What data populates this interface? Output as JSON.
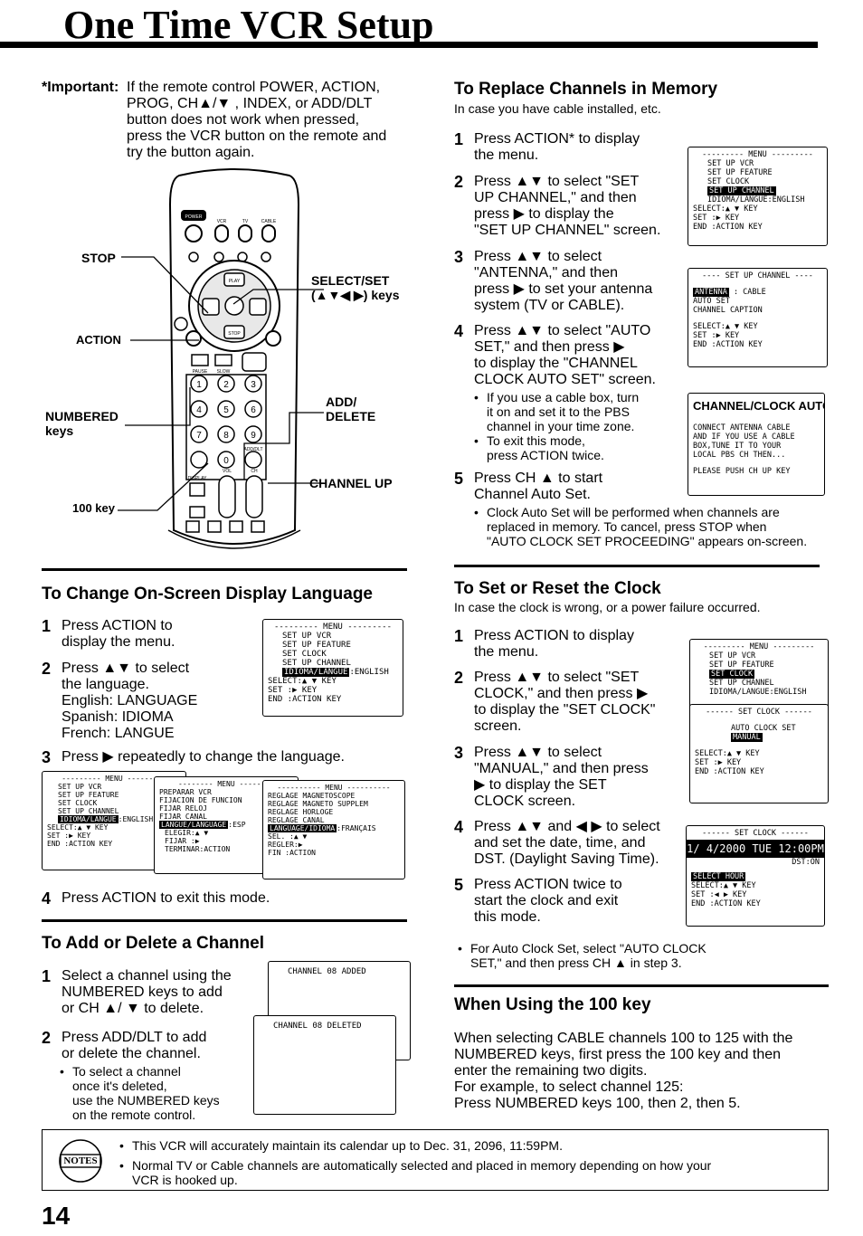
{
  "page_title": "One Time VCR Setup",
  "page_number": "14",
  "important": {
    "label": "*Important:",
    "text": "If the remote control POWER, ACTION,\nPROG, CH▲/▼ , INDEX, or ADD/DLT\nbutton does not work when pressed,\npress the VCR button on the remote and\ntry the button again."
  },
  "remote": {
    "labels": {
      "stop": "STOP",
      "action": "ACTION",
      "numbered": "NUMBERED\nkeys",
      "hundred": "100 key",
      "select_set": "SELECT/SET\n(▲▼◀ ▶) keys",
      "add_delete": "ADD/\nDELETE",
      "channel_up": "CHANNEL UP"
    },
    "small_text": {
      "power": "POWER",
      "vcr": "VCR",
      "tv": "TV",
      "cable": "CABLE",
      "play": "PLAY",
      "stop": "STOP",
      "pause": "PAUSE",
      "slow": "SLOW",
      "vol": "VOL",
      "ch": "CH",
      "add_dlt": "ADD/DLT",
      "display": "DISPLAY"
    },
    "digits": [
      "1",
      "2",
      "3",
      "4",
      "5",
      "6",
      "7",
      "8",
      "9",
      "0"
    ]
  },
  "lang_section": {
    "title": "To Change On-Screen Display Language",
    "steps": [
      {
        "n": "1",
        "text": "Press ACTION to\ndisplay the menu."
      },
      {
        "n": "2",
        "text": "Press ▲▼ to select\nthe language.\nEnglish: LANGUAGE\nSpanish: IDIOMA\nFrench: LANGUE"
      },
      {
        "n": "3",
        "text": "Press ▶ repeatedly to change the language."
      },
      {
        "n": "4",
        "text": "Press ACTION to exit this mode."
      }
    ],
    "menu_en": {
      "header": "--------- MENU ---------",
      "lines": [
        "SET UP VCR",
        "SET UP FEATURE",
        "SET CLOCK",
        "SET UP CHANNEL"
      ],
      "highlight": "IDIOMA/LANGUE",
      "highlight_suffix": ":ENGLISH",
      "footer": [
        "SELECT:▲ ▼ KEY",
        "SET    :▶ KEY",
        "END    :ACTION KEY"
      ]
    },
    "menu_es": {
      "header": "-------- MENU --------",
      "lines": [
        "PREPARAR VCR",
        "FIJACION DE FUNCION",
        "FIJAR RELOJ",
        "FIJAR CANAL"
      ],
      "highlight": "LANGUE/LANGUAGE",
      "highlight_suffix": ":ESP",
      "footer": [
        "ELEGIR:▲ ▼",
        "FIJAR :▶",
        "TERMINAR:ACTION"
      ]
    },
    "menu_fr": {
      "header": "---------- MENU ----------",
      "lines": [
        "REGLAGE MAGNETOSCOPE",
        "REGLAGE MAGNETO SUPPLEM",
        "REGLAGE HORLOGE",
        "REGLAGE CANAL"
      ],
      "highlight": "LANGUAGE/IDIOMA",
      "highlight_suffix": ":FRANÇAIS",
      "footer": [
        "SEL.   :▲ ▼",
        "REGLER:▶",
        "FIN    :ACTION"
      ]
    }
  },
  "add_section": {
    "title": "To Add or Delete a Channel",
    "steps": [
      {
        "n": "1",
        "text": "Select a channel using the\nNUMBERED keys to add\nor CH ▲/ ▼ to delete."
      },
      {
        "n": "2",
        "text": "Press ADD/DLT to add\nor delete the channel."
      }
    ],
    "bullet": "To select a channel\nonce it's deleted,\nuse the NUMBERED keys\non the remote control.",
    "screen_added": "CHANNEL 08 ADDED",
    "screen_deleted": "CHANNEL 08 DELETED"
  },
  "replace_section": {
    "title": "To Replace Channels in Memory",
    "subtitle": "In case you have cable installed, etc.",
    "steps": [
      {
        "n": "1",
        "text": "Press ACTION* to display\nthe menu."
      },
      {
        "n": "2",
        "text": "Press ▲▼ to select \"SET\nUP CHANNEL,\" and then\npress ▶ to display the\n\"SET UP CHANNEL\" screen."
      },
      {
        "n": "3",
        "text": "Press ▲▼ to select\n\"ANTENNA,\" and then\npress ▶ to set your antenna\nsystem (TV or CABLE)."
      },
      {
        "n": "4",
        "text": "Press ▲▼ to select \"AUTO\nSET,\" and then press ▶\nto display the \"CHANNEL\nCLOCK AUTO SET\" screen."
      },
      {
        "n": "5",
        "text": "Press CH ▲ to start\nChannel Auto Set."
      }
    ],
    "bullets_step4": [
      "If you use a cable box, turn\nit on and set it to the PBS\nchannel in your time zone.",
      "To exit this mode,\npress ACTION twice."
    ],
    "bullet_step5": "Clock Auto Set will be performed when channels are\nreplaced in memory. To cancel, press STOP when\n\"AUTO CLOCK SET PROCEEDING\" appears on-screen.",
    "menu": {
      "header": "--------- MENU ---------",
      "lines": [
        "SET UP VCR",
        "SET UP FEATURE",
        "SET CLOCK"
      ],
      "highlight": "SET UP CHANNEL",
      "line_after": "IDIOMA/LANGUE:ENGLISH",
      "footer": [
        "SELECT:▲ ▼ KEY",
        "SET    :▶ KEY",
        "END    :ACTION KEY"
      ]
    },
    "channel_menu": {
      "header": "---- SET UP CHANNEL ----",
      "highlight": "ANTENNA",
      "highlight_suffix": " : CABLE",
      "lines": [
        "AUTO SET",
        "CHANNEL CAPTION"
      ],
      "footer": [
        "SELECT:▲ ▼ KEY",
        "SET    :▶ KEY",
        "END    :ACTION KEY"
      ]
    },
    "auto_set": {
      "title": "CHANNEL/CLOCK AUTO SET",
      "lines": [
        "CONNECT ANTENNA CABLE",
        "AND IF YOU USE A CABLE",
        "BOX,TUNE IT TO YOUR",
        "LOCAL PBS CH   THEN..."
      ],
      "footer": "PLEASE PUSH CH UP KEY"
    }
  },
  "clock_section": {
    "title": "To Set or Reset the Clock",
    "subtitle": "In case the clock is wrong, or a power failure occurred.",
    "steps": [
      {
        "n": "1",
        "text": "Press ACTION to display\nthe menu."
      },
      {
        "n": "2",
        "text": "Press ▲▼ to select \"SET\nCLOCK,\" and then press ▶\nto display the \"SET CLOCK\"\nscreen."
      },
      {
        "n": "3",
        "text": "Press ▲▼ to select\n\"MANUAL,\" and then press\n▶ to display the SET\nCLOCK screen."
      },
      {
        "n": "4",
        "text": "Press ▲▼ and ◀ ▶ to select\nand set the date, time, and\nDST. (Daylight Saving Time)."
      },
      {
        "n": "5",
        "text": "Press ACTION twice to\nstart the clock and exit\nthis mode."
      }
    ],
    "bullet": "For Auto Clock Set, select \"AUTO CLOCK\nSET,\" and then press CH ▲ in step 3.",
    "menu": {
      "header": "--------- MENU ---------",
      "lines": [
        "SET UP VCR",
        "SET UP FEATURE"
      ],
      "highlight": "SET CLOCK",
      "lines_after": [
        "SET UP CHANNEL",
        "IDIOMA/LANGUE:ENGLISH"
      ]
    },
    "set_clock": {
      "header": "------ SET CLOCK ------",
      "lines": [
        "AUTO CLOCK SET"
      ],
      "highlight": "MANUAL",
      "footer": [
        "SELECT:▲ ▼ KEY",
        "SET    :▶ KEY",
        "END    :ACTION KEY"
      ]
    },
    "clock_screen": {
      "header": "------ SET CLOCK ------",
      "datetime": "1/ 4/2000 TUE 12:00PM",
      "dst": "DST:ON",
      "highlight": "SELECT HOUR",
      "footer": [
        "SELECT:▲ ▼ KEY",
        "SET    :◀ ▶ KEY",
        "END    :ACTION KEY"
      ]
    }
  },
  "hundred_section": {
    "title": "When Using the 100 key",
    "text": "When selecting CABLE channels 100 to 125 with the\nNUMBERED keys, first press the 100 key and then\nenter the remaining two digits.\nFor example, to select channel 125:\nPress NUMBERED keys 100, then 2, then 5."
  },
  "notes": {
    "icon_label": "NOTES",
    "items": [
      "This VCR will accurately maintain its calendar  up to Dec. 31, 2096, 11:59PM.",
      "Normal TV or Cable channels are automatically selected and placed in memory depending on how your\nVCR is hooked up."
    ]
  }
}
